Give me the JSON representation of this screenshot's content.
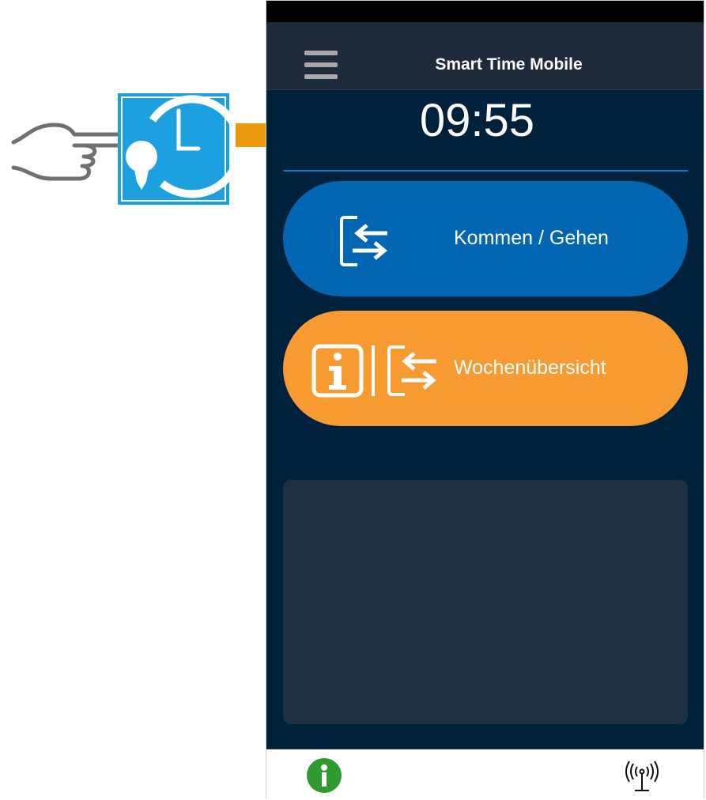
{
  "app": {
    "title": "Smart Time Mobile"
  },
  "clock": {
    "time": "09:55"
  },
  "buttons": [
    {
      "label": "Kommen / Gehen",
      "icon": "check-in-out-icon",
      "color": "#0266b2"
    },
    {
      "label": "Wochenübersicht",
      "icon": "info-week-icon",
      "color": "#f79a31"
    }
  ],
  "bottom_bar": {
    "left_icon": "info-icon",
    "right_icon": "antenna-signal-icon",
    "info_color": "#2e9a30"
  },
  "annotation": {
    "app_icon": "smart-time-app-icon",
    "pointer": "pointing-hand-icon",
    "arrow_color": "#eb990e",
    "icon_color": "#1ca0e0"
  }
}
